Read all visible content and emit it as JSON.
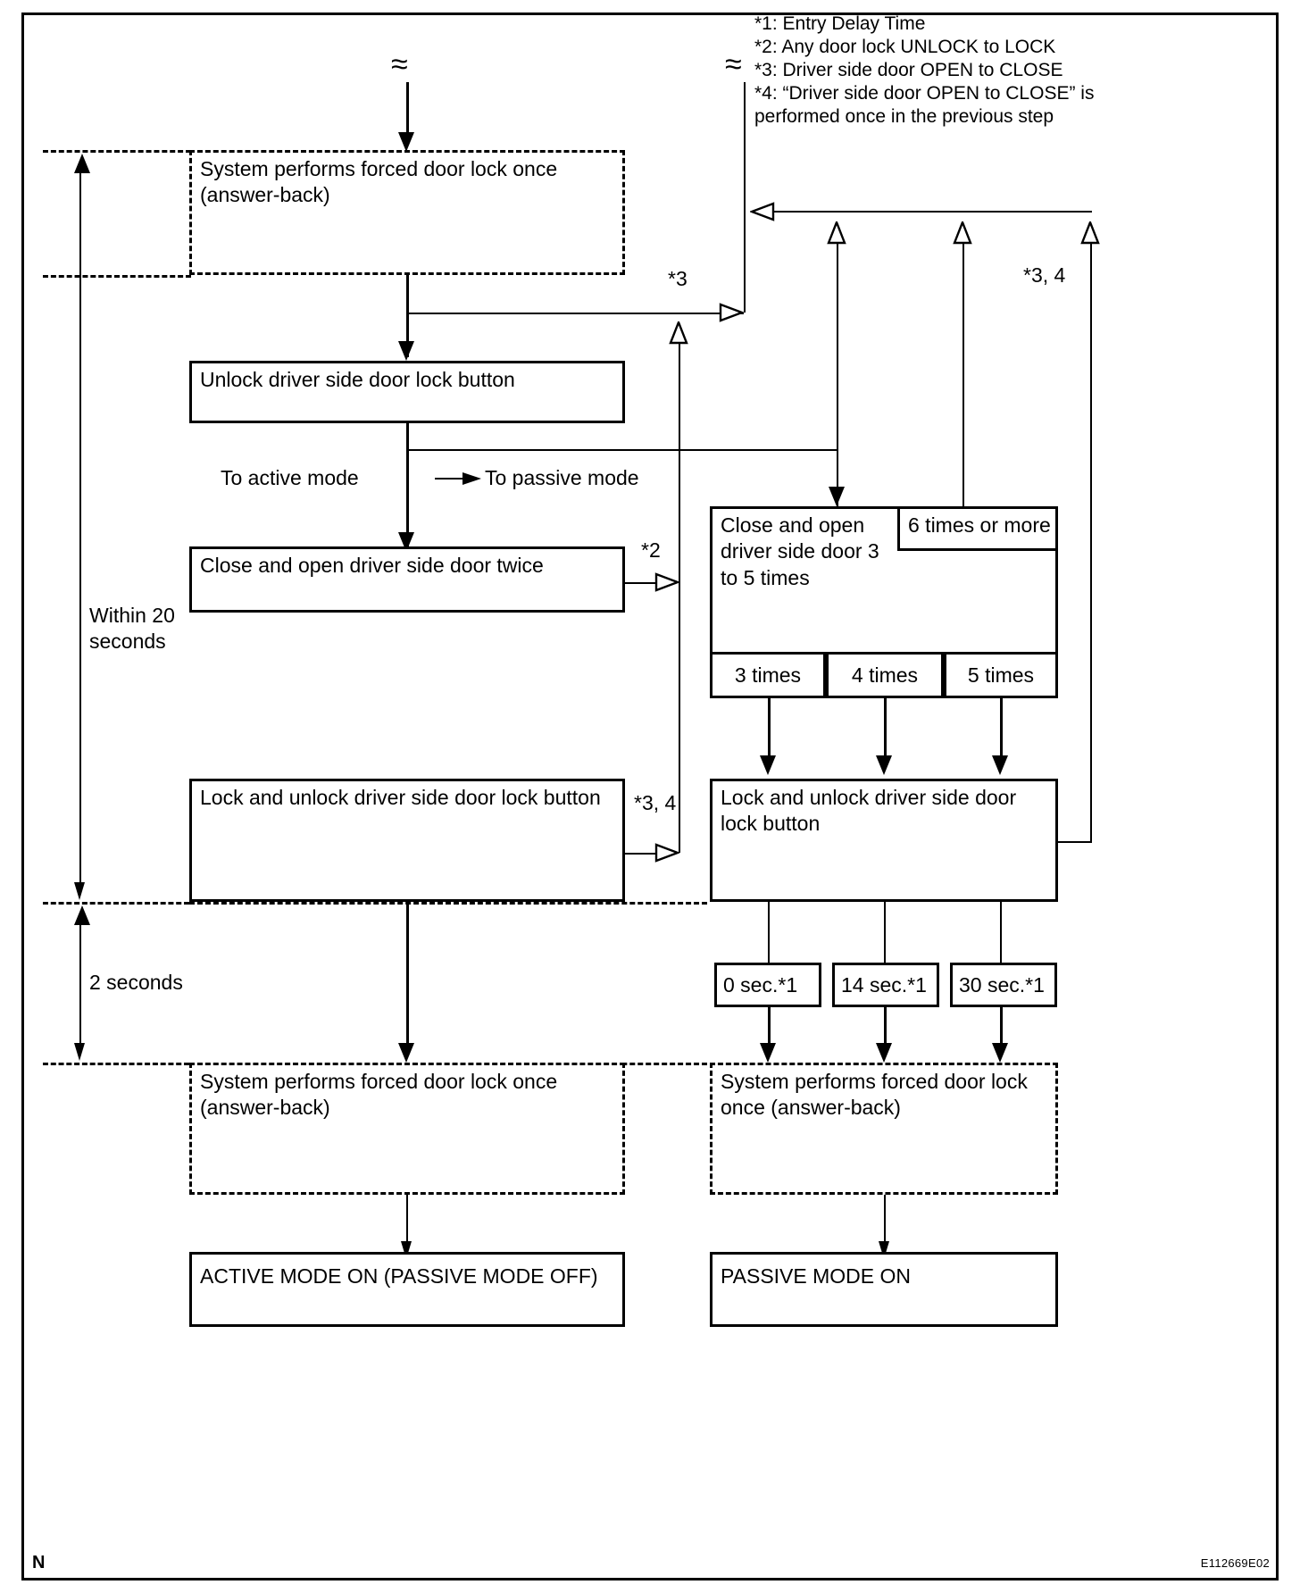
{
  "diagram": {
    "id_code": "E112669E02",
    "corner_mark": "N",
    "footnotes": [
      "*1: Entry Delay Time",
      "*2: Any door lock UNLOCK to LOCK",
      "*3: Driver side door OPEN to CLOSE",
      "*4: “Driver side door OPEN to CLOSE” is",
      "performed once in the previous step"
    ],
    "timing_labels": {
      "within20_line1": "Within 20",
      "within20_line2": "seconds",
      "two_seconds": "2 seconds"
    },
    "branch_labels": {
      "to_active": "To active mode",
      "to_passive": "To passive mode"
    },
    "markers": {
      "star2": "*2",
      "star3": "*3",
      "star34_left": "*3, 4",
      "star34_right": "*3, 4"
    },
    "boxes": {
      "forced_lock_top_l1": "System performs forced door lock once",
      "forced_lock_top_l2": "(answer-back)",
      "unlock_driver_button": "Unlock driver side door lock button",
      "close_open_twice": "Close and open driver side door twice",
      "lock_unlock_left": "Lock and unlock driver side door lock button",
      "close_open_3to5_l1": "Close and open",
      "close_open_3to5_l2": "driver side door 3",
      "close_open_3to5_l3": "to 5 times",
      "six_times_or_more": "6 times or more",
      "three_times": "3 times",
      "four_times": "4 times",
      "five_times": "5 times",
      "lock_unlock_right_l1": "Lock and unlock driver side door",
      "lock_unlock_right_l2": "lock button",
      "sec0": "0 sec.*1",
      "sec14": "14 sec.*1",
      "sec30": "30 sec.*1",
      "forced_lock_bl_l1": "System performs forced door lock once",
      "forced_lock_bl_l2": "(answer-back)",
      "forced_lock_br_l1": "System performs forced door lock",
      "forced_lock_br_l2": "once (answer-back)",
      "active_mode_on": "ACTIVE MODE ON (PASSIVE MODE OFF)",
      "passive_mode_on": "PASSIVE MODE ON"
    },
    "squiggles": {
      "top_center": "≈",
      "footnote_left": "≈"
    }
  }
}
